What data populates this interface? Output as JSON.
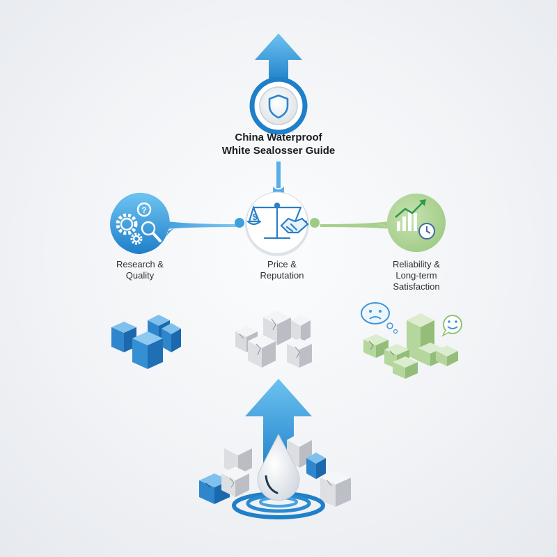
{
  "title": {
    "line1": "China Waterproof",
    "line2": "White Sealosser Guide"
  },
  "nodes": [
    {
      "id": "research",
      "label_line1": "Research &",
      "label_line2": "Quality",
      "icon": "gears-magnifier-icon"
    },
    {
      "id": "price",
      "label_line1": "Price &",
      "label_line2": "Reputation",
      "icon": "scales-handshake-icon"
    },
    {
      "id": "reliability",
      "label_line1": "Reliability &",
      "label_line2": "Long-term",
      "label_line3": "Satisfaction",
      "icon": "chart-clock-icon"
    }
  ],
  "colors": {
    "blue": "#2f8ed3",
    "light_blue": "#5fb3e8",
    "green": "#a9cf8f",
    "grey_cube": "#d9dadd"
  }
}
